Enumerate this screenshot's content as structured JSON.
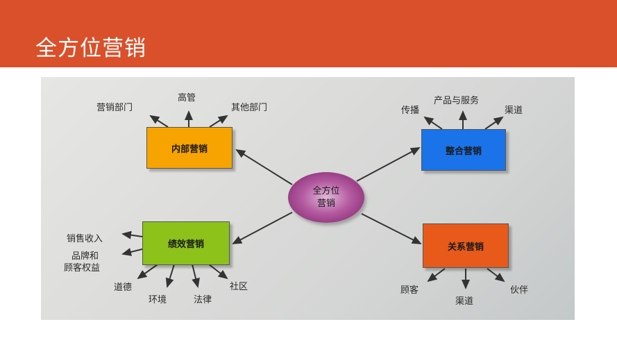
{
  "header": {
    "title": "全方位营销",
    "background_color": "#d9502a"
  },
  "diagram": {
    "center": {
      "line1": "全方位",
      "line2": "营销",
      "color": "#a03c8c"
    },
    "nodes": [
      {
        "id": "internal",
        "label": "内部营销",
        "color": "#f7a400",
        "branches": [
          "营销部门",
          "高管",
          "其他部门"
        ]
      },
      {
        "id": "integrated",
        "label": "整合营销",
        "color": "#1a73e8",
        "branches": [
          "传播",
          "产品与服务",
          "渠道"
        ]
      },
      {
        "id": "performance",
        "label": "绩效营销",
        "color": "#8cc21a",
        "branches": [
          "销售收入",
          "品牌和",
          "顾客权益",
          "道德",
          "环境",
          "法律",
          "社区"
        ]
      },
      {
        "id": "relationship",
        "label": "关系营销",
        "color": "#e85a1a",
        "branches": [
          "顾客",
          "渠道",
          "伙伴"
        ]
      }
    ]
  }
}
